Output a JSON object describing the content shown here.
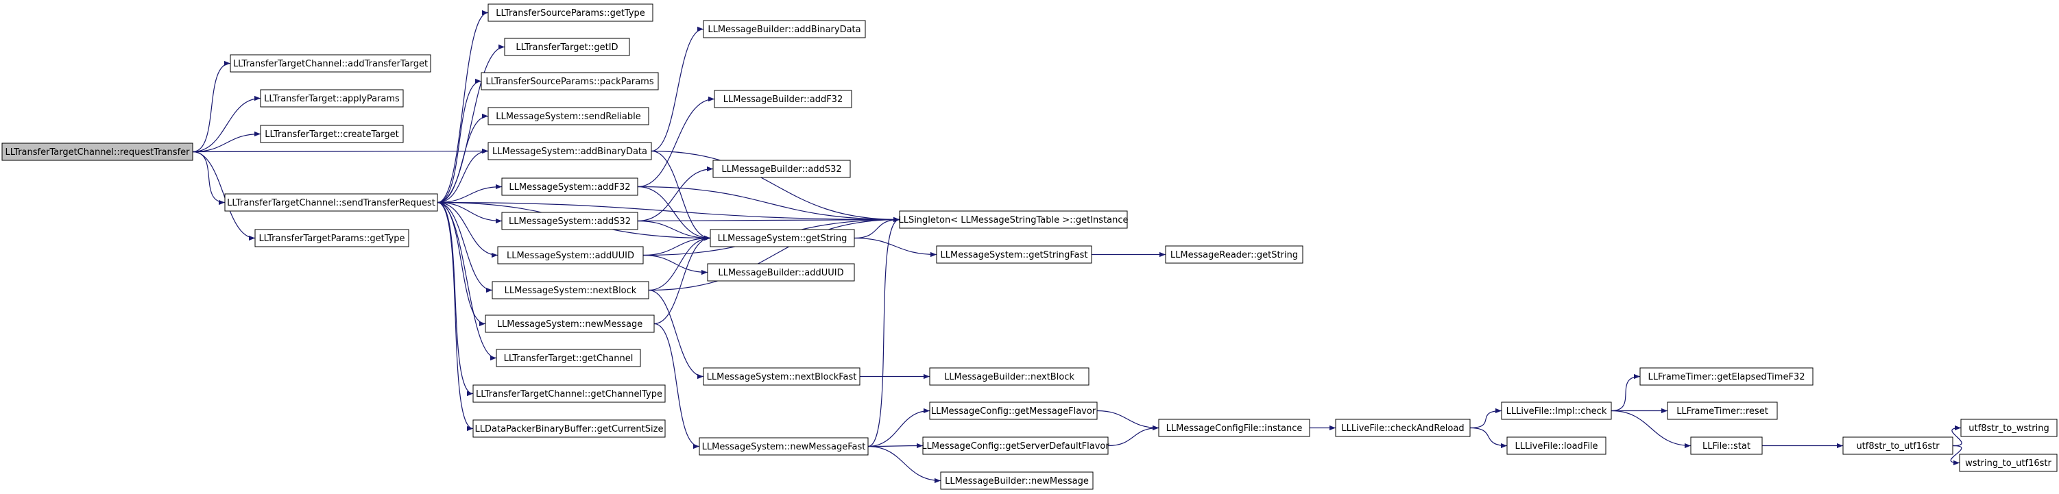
{
  "nodes": [
    {
      "id": "root",
      "label": "LLTransferTargetChannel::requestTransfer",
      "root": true
    },
    {
      "id": "addTransferTarget",
      "label": "LLTransferTargetChannel::addTransferTarget"
    },
    {
      "id": "applyParams",
      "label": "LLTransferTarget::applyParams"
    },
    {
      "id": "createTarget",
      "label": "LLTransferTarget::createTarget"
    },
    {
      "id": "sendTransferRequest",
      "label": "LLTransferTargetChannel::sendTransferRequest"
    },
    {
      "id": "ttpGetType",
      "label": "LLTransferTargetParams::getType"
    },
    {
      "id": "tspGetType",
      "label": "LLTransferSourceParams::getType"
    },
    {
      "id": "getID",
      "label": "LLTransferTarget::getID"
    },
    {
      "id": "packParams",
      "label": "LLTransferSourceParams::packParams"
    },
    {
      "id": "sendReliable",
      "label": "LLMessageSystem::sendReliable"
    },
    {
      "id": "msAddBinaryData",
      "label": "LLMessageSystem::addBinaryData"
    },
    {
      "id": "msAddF32",
      "label": "LLMessageSystem::addF32"
    },
    {
      "id": "msAddS32",
      "label": "LLMessageSystem::addS32"
    },
    {
      "id": "msAddUUID",
      "label": "LLMessageSystem::addUUID"
    },
    {
      "id": "msNextBlock",
      "label": "LLMessageSystem::nextBlock"
    },
    {
      "id": "msNewMessage",
      "label": "LLMessageSystem::newMessage"
    },
    {
      "id": "getChannel",
      "label": "LLTransferTarget::getChannel"
    },
    {
      "id": "getChannelType",
      "label": "LLTransferTargetChannel::getChannelType"
    },
    {
      "id": "getCurrentSize",
      "label": "LLDataPackerBinaryBuffer::getCurrentSize"
    },
    {
      "id": "mbAddBinaryData",
      "label": "LLMessageBuilder::addBinaryData"
    },
    {
      "id": "mbAddF32",
      "label": "LLMessageBuilder::addF32"
    },
    {
      "id": "mbAddS32",
      "label": "LLMessageBuilder::addS32"
    },
    {
      "id": "msGetString",
      "label": "LLMessageSystem::getString"
    },
    {
      "id": "mbAddUUID",
      "label": "LLMessageBuilder::addUUID"
    },
    {
      "id": "msNextBlockFast",
      "label": "LLMessageSystem::nextBlockFast"
    },
    {
      "id": "msNewMessageFast",
      "label": "LLMessageSystem::newMessageFast"
    },
    {
      "id": "singleton",
      "label": "LLSingleton< LLMessageStringTable >::getInstance"
    },
    {
      "id": "getStringFast",
      "label": "LLMessageSystem::getStringFast"
    },
    {
      "id": "mbNextBlock",
      "label": "LLMessageBuilder::nextBlock"
    },
    {
      "id": "getMessageFlavor",
      "label": "LLMessageConfig::getMessageFlavor"
    },
    {
      "id": "getServerDefaultFlavor",
      "label": "LLMessageConfig::getServerDefaultFlavor"
    },
    {
      "id": "mbNewMessage",
      "label": "LLMessageBuilder::newMessage"
    },
    {
      "id": "readerGetString",
      "label": "LLMessageReader::getString"
    },
    {
      "id": "configInstance",
      "label": "LLMessageConfigFile::instance"
    },
    {
      "id": "checkAndReload",
      "label": "LLLiveFile::checkAndReload"
    },
    {
      "id": "implCheck",
      "label": "LLLiveFile::Impl::check"
    },
    {
      "id": "loadFile",
      "label": "LLLiveFile::loadFile"
    },
    {
      "id": "getElapsed",
      "label": "LLFrameTimer::getElapsedTimeF32"
    },
    {
      "id": "frameReset",
      "label": "LLFrameTimer::reset"
    },
    {
      "id": "fileStat",
      "label": "LLFile::stat"
    },
    {
      "id": "utf8to16",
      "label": "utf8str_to_utf16str"
    },
    {
      "id": "utf8toW",
      "label": "utf8str_to_wstring"
    },
    {
      "id": "wtoUtf16",
      "label": "wstring_to_utf16str"
    }
  ],
  "edges": [
    [
      "root",
      "addTransferTarget"
    ],
    [
      "root",
      "applyParams"
    ],
    [
      "root",
      "createTarget"
    ],
    [
      "root",
      "sendTransferRequest"
    ],
    [
      "root",
      "ttpGetType"
    ],
    [
      "root",
      "msAddBinaryData"
    ],
    [
      "sendTransferRequest",
      "tspGetType"
    ],
    [
      "sendTransferRequest",
      "getID"
    ],
    [
      "sendTransferRequest",
      "packParams"
    ],
    [
      "sendTransferRequest",
      "sendReliable"
    ],
    [
      "sendTransferRequest",
      "msAddBinaryData"
    ],
    [
      "sendTransferRequest",
      "msAddF32"
    ],
    [
      "sendTransferRequest",
      "msAddS32"
    ],
    [
      "sendTransferRequest",
      "msAddUUID"
    ],
    [
      "sendTransferRequest",
      "msNextBlock"
    ],
    [
      "sendTransferRequest",
      "msNewMessage"
    ],
    [
      "sendTransferRequest",
      "getChannel"
    ],
    [
      "sendTransferRequest",
      "getChannelType"
    ],
    [
      "sendTransferRequest",
      "getCurrentSize"
    ],
    [
      "sendTransferRequest",
      "singleton"
    ],
    [
      "sendTransferRequest",
      "msGetString"
    ],
    [
      "msAddBinaryData",
      "mbAddBinaryData"
    ],
    [
      "msAddBinaryData",
      "singleton"
    ],
    [
      "msAddBinaryData",
      "msGetString"
    ],
    [
      "msAddF32",
      "mbAddF32"
    ],
    [
      "msAddF32",
      "singleton"
    ],
    [
      "msAddF32",
      "msGetString"
    ],
    [
      "msAddS32",
      "mbAddS32"
    ],
    [
      "msAddS32",
      "singleton"
    ],
    [
      "msAddS32",
      "msGetString"
    ],
    [
      "msAddUUID",
      "mbAddUUID"
    ],
    [
      "msAddUUID",
      "singleton"
    ],
    [
      "msAddUUID",
      "msGetString"
    ],
    [
      "msNextBlock",
      "msNextBlockFast"
    ],
    [
      "msNextBlock",
      "singleton"
    ],
    [
      "msNextBlock",
      "msGetString"
    ],
    [
      "msNewMessage",
      "msNewMessageFast"
    ],
    [
      "msNewMessage",
      "msGetString"
    ],
    [
      "msGetString",
      "singleton"
    ],
    [
      "msGetString",
      "getStringFast"
    ],
    [
      "getStringFast",
      "readerGetString"
    ],
    [
      "msNextBlockFast",
      "mbNextBlock"
    ],
    [
      "msNewMessageFast",
      "getMessageFlavor"
    ],
    [
      "msNewMessageFast",
      "getServerDefaultFlavor"
    ],
    [
      "msNewMessageFast",
      "mbNewMessage"
    ],
    [
      "msNewMessageFast",
      "singleton"
    ],
    [
      "getMessageFlavor",
      "configInstance"
    ],
    [
      "getServerDefaultFlavor",
      "configInstance"
    ],
    [
      "configInstance",
      "checkAndReload"
    ],
    [
      "checkAndReload",
      "implCheck"
    ],
    [
      "checkAndReload",
      "loadFile"
    ],
    [
      "implCheck",
      "getElapsed"
    ],
    [
      "implCheck",
      "frameReset"
    ],
    [
      "implCheck",
      "fileStat"
    ],
    [
      "fileStat",
      "utf8to16"
    ],
    [
      "utf8to16",
      "utf8toW"
    ],
    [
      "utf8to16",
      "wtoUtf16"
    ]
  ]
}
